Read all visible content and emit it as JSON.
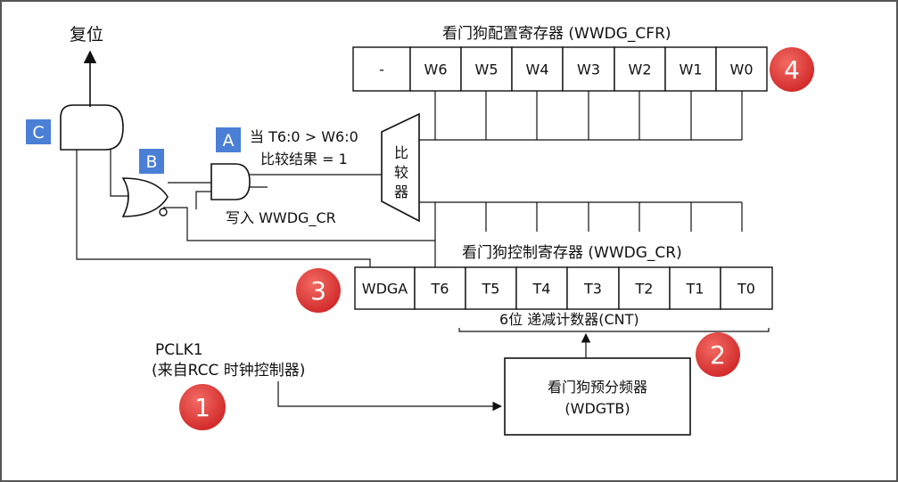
{
  "reset_label": "复位",
  "cfr": {
    "title": "看门狗配置寄存器 (WWDG_CFR)",
    "cells": [
      "-",
      "W6",
      "W5",
      "W4",
      "W3",
      "W2",
      "W1",
      "W0"
    ]
  },
  "cr": {
    "title": "看门狗控制寄存器 (WWDG_CR)",
    "cells": [
      "WDGA",
      "T6",
      "T5",
      "T4",
      "T3",
      "T2",
      "T1",
      "T0"
    ],
    "counter_label": "6位 递减计数器(CNT)"
  },
  "comparator": {
    "chars": [
      "比",
      "较",
      "器"
    ]
  },
  "condition": {
    "line1": "当 T6:0 > W6:0",
    "line2": "比较结果 = 1"
  },
  "write_label": "写入 WWDG_CR",
  "pclk": {
    "line1": "PCLK1",
    "line2": "(来自RCC 时钟控制器)"
  },
  "prescaler": {
    "line1": "看门狗预分频器",
    "line2": "(WDGTB)"
  },
  "gate_badges": [
    "A",
    "B",
    "C"
  ],
  "number_badges": [
    "1",
    "2",
    "3",
    "4"
  ],
  "colors": {
    "badge_blue": "#4a7fd6",
    "badge_red": "#e0393a",
    "border": "#555555"
  }
}
